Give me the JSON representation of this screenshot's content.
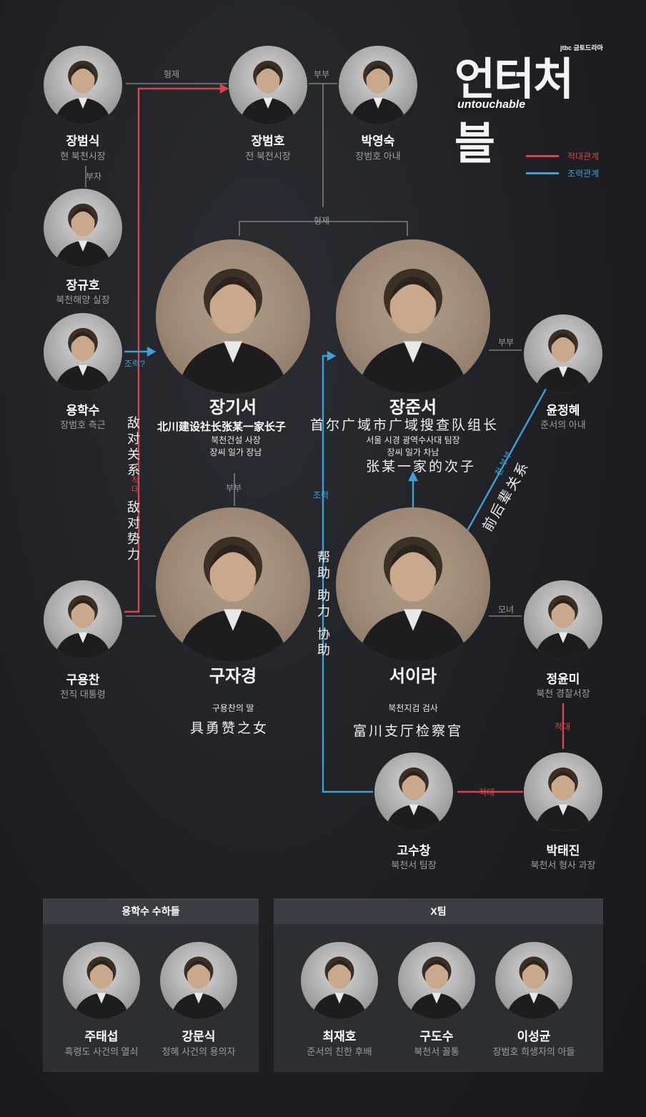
{
  "logo": {
    "title": "언터처블",
    "subtitle": "untouchable",
    "broadcaster": "jtbc 금토드라마"
  },
  "legend": [
    {
      "label": "적대관계",
      "color": "#d9434a"
    },
    {
      "label": "조력관계",
      "color": "#3f9fd8"
    }
  ],
  "people": {
    "jang_beomsik": {
      "name": "장범식",
      "role": "현 북천시장"
    },
    "jang_beomho": {
      "name": "장범호",
      "role": "전 북천시장"
    },
    "park_youngsuk": {
      "name": "박영숙",
      "role": "장범호 아내"
    },
    "jang_gyuho": {
      "name": "장규호",
      "role": "북천해양 실장"
    },
    "yong_haksu": {
      "name": "용학수",
      "role": "장범호 측근"
    },
    "gu_yongchan": {
      "name": "구용찬",
      "role": "전직 대통령"
    },
    "yun_junghye": {
      "name": "윤정혜",
      "role": "준서의 아내"
    },
    "jung_yunmi": {
      "name": "정윤미",
      "role": "북천 경찰서장"
    },
    "go_suchang": {
      "name": "고수창",
      "role": "북천서 팀장"
    },
    "park_taejin": {
      "name": "박태진",
      "role": "북천서 형사 과장"
    },
    "jang_giseo": {
      "name": "장기서",
      "zh": "北川建设社长张某一家长子",
      "role1": "북천건설 사장",
      "role2": "장씨 일가 장남"
    },
    "jang_junseo": {
      "name": "장준서",
      "zh_hand": "首尔广域市广域搜查队组长",
      "role1": "서울 시경 광역수사대 팀장",
      "role2": "장씨 일가 차남",
      "zh_hand2": "张某一家的次子"
    },
    "gu_jagyeong": {
      "name": "구자경",
      "role": "구용찬의 딸",
      "zh_hand": "具勇赞之女"
    },
    "seo_ira": {
      "name": "서이라",
      "role": "북천지검 검사",
      "zh_hand": "富川支厅检察官"
    }
  },
  "relations": {
    "brothers_top": "형제",
    "couple_top": "부부",
    "father_son": "부자",
    "brothers_mid": "형제",
    "spouse_right": "부부",
    "couple_mid": "부부",
    "mother_daughter": "모녀",
    "help_q": "조력?",
    "hostile_left": "적대",
    "help_mid": "조력",
    "hostile_right": "적대",
    "hostile_bottom": "적대",
    "ex_relation": "전 부부"
  },
  "annotations": {
    "left_vertical": "敌对关系",
    "left_vertical2": "敌对势力",
    "mid_vertical": "帮助 助力 协助",
    "diag": "前后辈关系"
  },
  "panels": {
    "left": {
      "title": "용학수 수하들",
      "members": [
        {
          "name": "주태섭",
          "role": "흑령도 사건의 열쇠"
        },
        {
          "name": "강문식",
          "role": "정혜 사건의 용의자"
        }
      ]
    },
    "right": {
      "title": "X팀",
      "members": [
        {
          "name": "최재호",
          "role": "준서의 친한 후배"
        },
        {
          "name": "구도수",
          "role": "북천서 꼴통"
        },
        {
          "name": "이성균",
          "role": "장범호 희생자의 아들"
        }
      ]
    }
  }
}
